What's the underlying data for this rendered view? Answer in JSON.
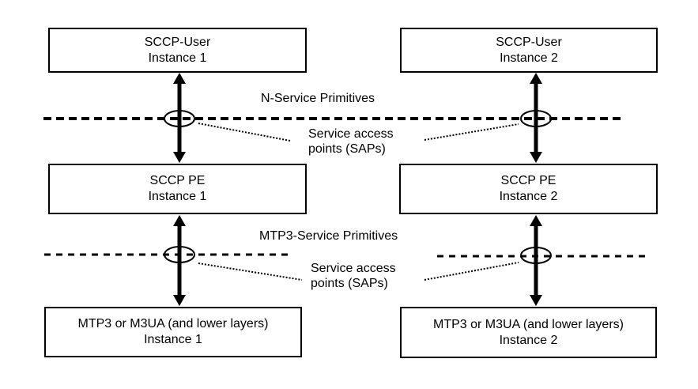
{
  "diagram": {
    "boxes": {
      "sccp_user_1": {
        "line1": "SCCP-User",
        "line2": "Instance 1"
      },
      "sccp_user_2": {
        "line1": "SCCP-User",
        "line2": "Instance 2"
      },
      "sccp_pe_1": {
        "line1": "SCCP PE",
        "line2": "Instance 1"
      },
      "sccp_pe_2": {
        "line1": "SCCP PE",
        "line2": "Instance 2"
      },
      "mtp3_1": {
        "line1": "MTP3 or M3UA (and lower layers)",
        "line2": "Instance 1"
      },
      "mtp3_2": {
        "line1": "MTP3 or M3UA (and lower layers)",
        "line2": "Instance 2"
      }
    },
    "labels": {
      "n_service_primitives": "N-Service Primitives",
      "mtp3_service_primitives": "MTP3-Service Primitives",
      "sap_upper": {
        "line1": "Service access",
        "line2": "points (SAPs)"
      },
      "sap_lower": {
        "line1": "Service access",
        "line2": "points (SAPs)"
      }
    },
    "symbols": {
      "sap_symbol": "sap-ellipse",
      "interface_line": "dashed-line",
      "primitive_flow": "double-headed-arrow"
    },
    "colors": {
      "stroke": "#000000",
      "background": "#ffffff"
    }
  }
}
